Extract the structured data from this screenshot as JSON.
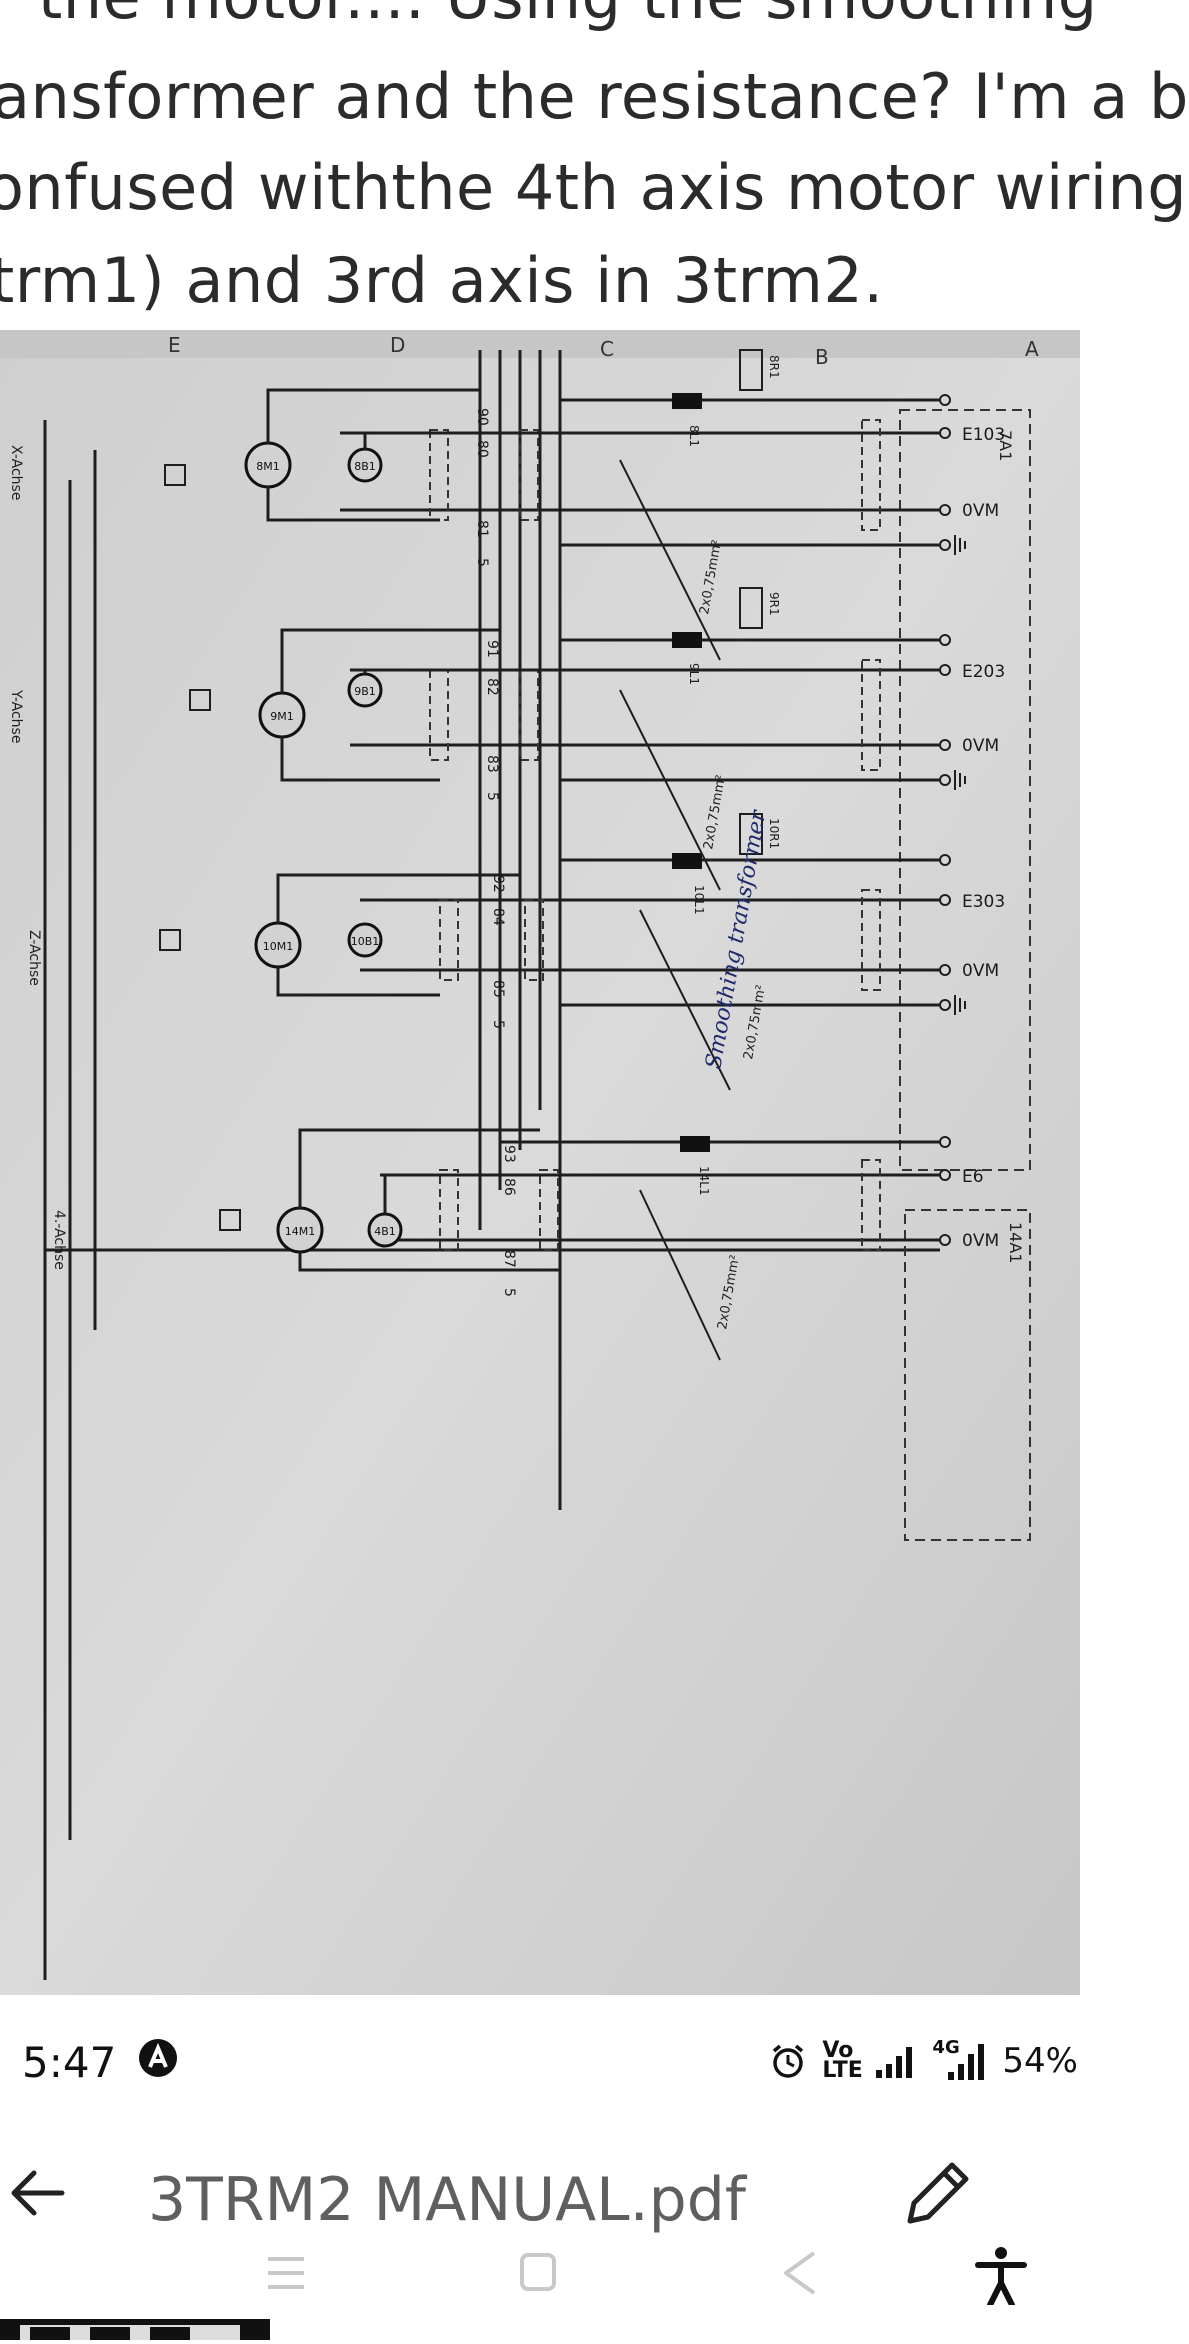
{
  "post_text": {
    "line1": "the motor.... Using the smoothing",
    "line2": "ansformer and the resistance? I'm a b",
    "line3": "onfused withthe 4th axis motor wiring",
    "line4": "trm1) and 3rd axis in 3trm2."
  },
  "schematic": {
    "axis_labels": [
      "X-Achse",
      "Y-Achse",
      "Z-Achse",
      "4.-Achse"
    ],
    "terminal_labels": [
      "E103",
      "0VM",
      "E203",
      "0VM",
      "E303",
      "0VM",
      "E6",
      "0VM"
    ],
    "motor_labels": [
      "8M1",
      "9M1",
      "10M1",
      "14M1"
    ],
    "tacho_labels": [
      "8B1",
      "9B1",
      "10B1",
      "4B1"
    ],
    "wire_numbers_a": [
      "90",
      "80",
      "81",
      "5"
    ],
    "wire_numbers_b": [
      "91",
      "82",
      "83",
      "5"
    ],
    "wire_numbers_c": [
      "92",
      "84",
      "85",
      "5"
    ],
    "wire_numbers_d": [
      "93",
      "86",
      "87",
      "5"
    ],
    "cross_section_labels": [
      "2x0,75mm²",
      "2x0,75mm²",
      "2x0,75mm²",
      "2x0,75mm²"
    ],
    "resistor_labels": [
      "8R1",
      "9R1",
      "10R1"
    ],
    "choke_labels": [
      "8L1",
      "9L1",
      "10L1",
      "14L1"
    ],
    "handwritten_note": "Smoothing transformer",
    "module_labels": [
      "7A1",
      "14A1"
    ],
    "column_letters": [
      "E",
      "D",
      "C",
      "B",
      "A"
    ]
  },
  "status_bar": {
    "time": "5:47",
    "volte": "Vo LTE",
    "network": "4G",
    "battery": "54%"
  },
  "app_bar": {
    "title": "3TRM2 MANUAL.pdf"
  },
  "icons": {
    "back": "arrow-left-icon",
    "edit": "pencil-icon",
    "accessibility": "accessibility-icon",
    "alarm": "alarm-clock-icon",
    "signal": "signal-bars-icon"
  }
}
